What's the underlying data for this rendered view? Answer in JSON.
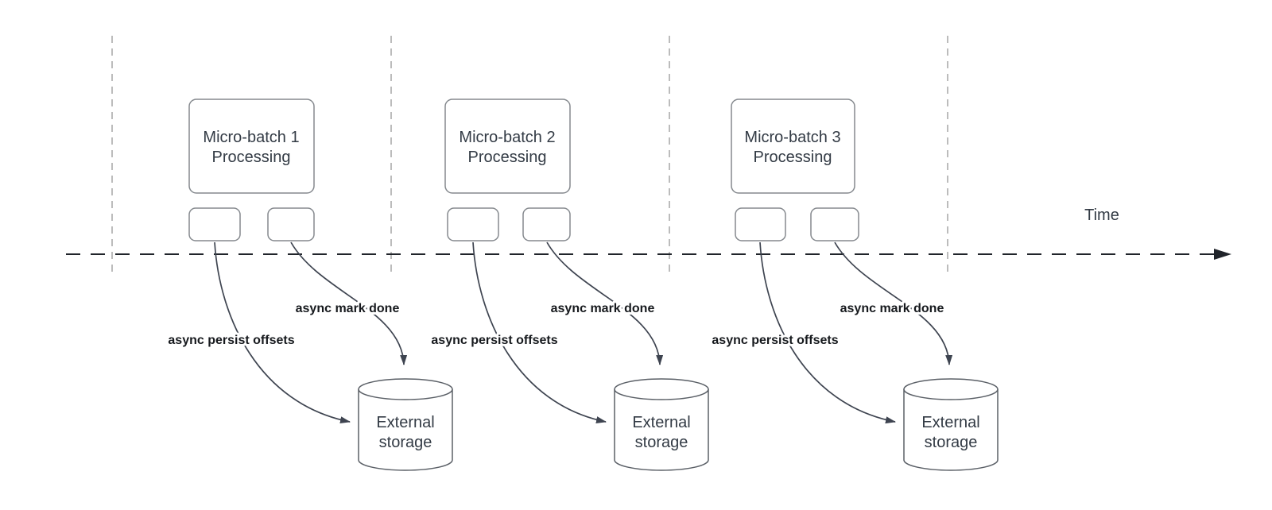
{
  "timeline": {
    "label": "Time"
  },
  "groups": [
    {
      "title_line1": "Micro-batch 1",
      "title_line2": "Processing",
      "persist_label": "async persist offsets",
      "done_label": "async mark done",
      "storage_line1": "External",
      "storage_line2": "storage"
    },
    {
      "title_line1": "Micro-batch 2",
      "title_line2": "Processing",
      "persist_label": "async persist offsets",
      "done_label": "async mark done",
      "storage_line1": "External",
      "storage_line2": "storage"
    },
    {
      "title_line1": "Micro-batch 3",
      "title_line2": "Processing",
      "persist_label": "async persist offsets",
      "done_label": "async mark done",
      "storage_line1": "External",
      "storage_line2": "storage"
    }
  ],
  "colors": {
    "shape_stroke": "#85898e",
    "cylinder_stroke": "#5b6067",
    "connector": "#3e4450",
    "timeline": "#20242a",
    "guide": "#a6a6a6",
    "shape_text": "#333b45",
    "annotation_text": "#16191d",
    "background": "#ffffff"
  }
}
